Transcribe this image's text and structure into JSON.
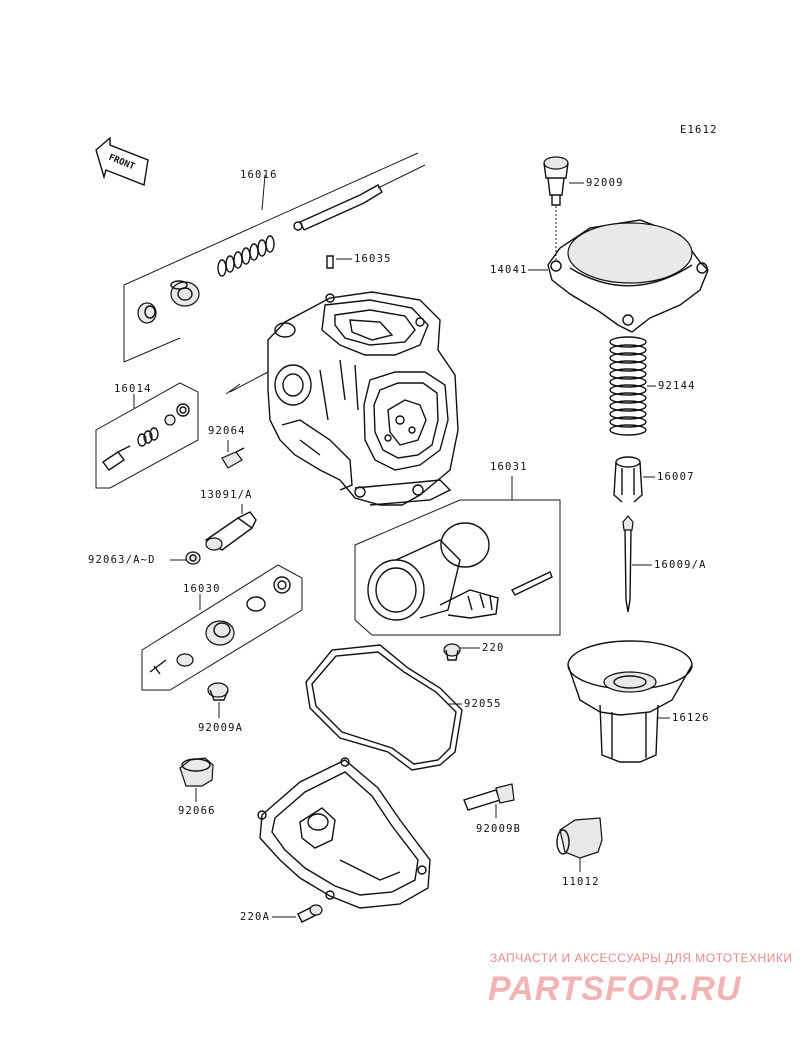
{
  "diagram_code": "E1612",
  "front_label": "FRONT",
  "part_labels": {
    "p16016": "16016",
    "p16035": "16035",
    "p92009": "92009",
    "p14041": "14041",
    "p16014": "16014",
    "p92064": "92064",
    "p92144": "92144",
    "p13091A": "13091/A",
    "p16031": "16031",
    "p16007": "16007",
    "p92063": "92063/A~D",
    "p16009A": "16009/A",
    "p16030": "16030",
    "p220": "220",
    "p92055": "92055",
    "p92009A": "92009A",
    "p16126": "16126",
    "p92066": "92066",
    "p92009B": "92009B",
    "p11012": "11012",
    "p220A": "220A"
  },
  "watermark": {
    "top_text": "ЗАПЧАСТИ И АКСЕССУАРЫ ДЛЯ МОТОТЕХНИКИ",
    "main_text": "PARTSFOR.RU"
  },
  "colors": {
    "line": "#111111",
    "watermark": "#f1b3b3"
  }
}
